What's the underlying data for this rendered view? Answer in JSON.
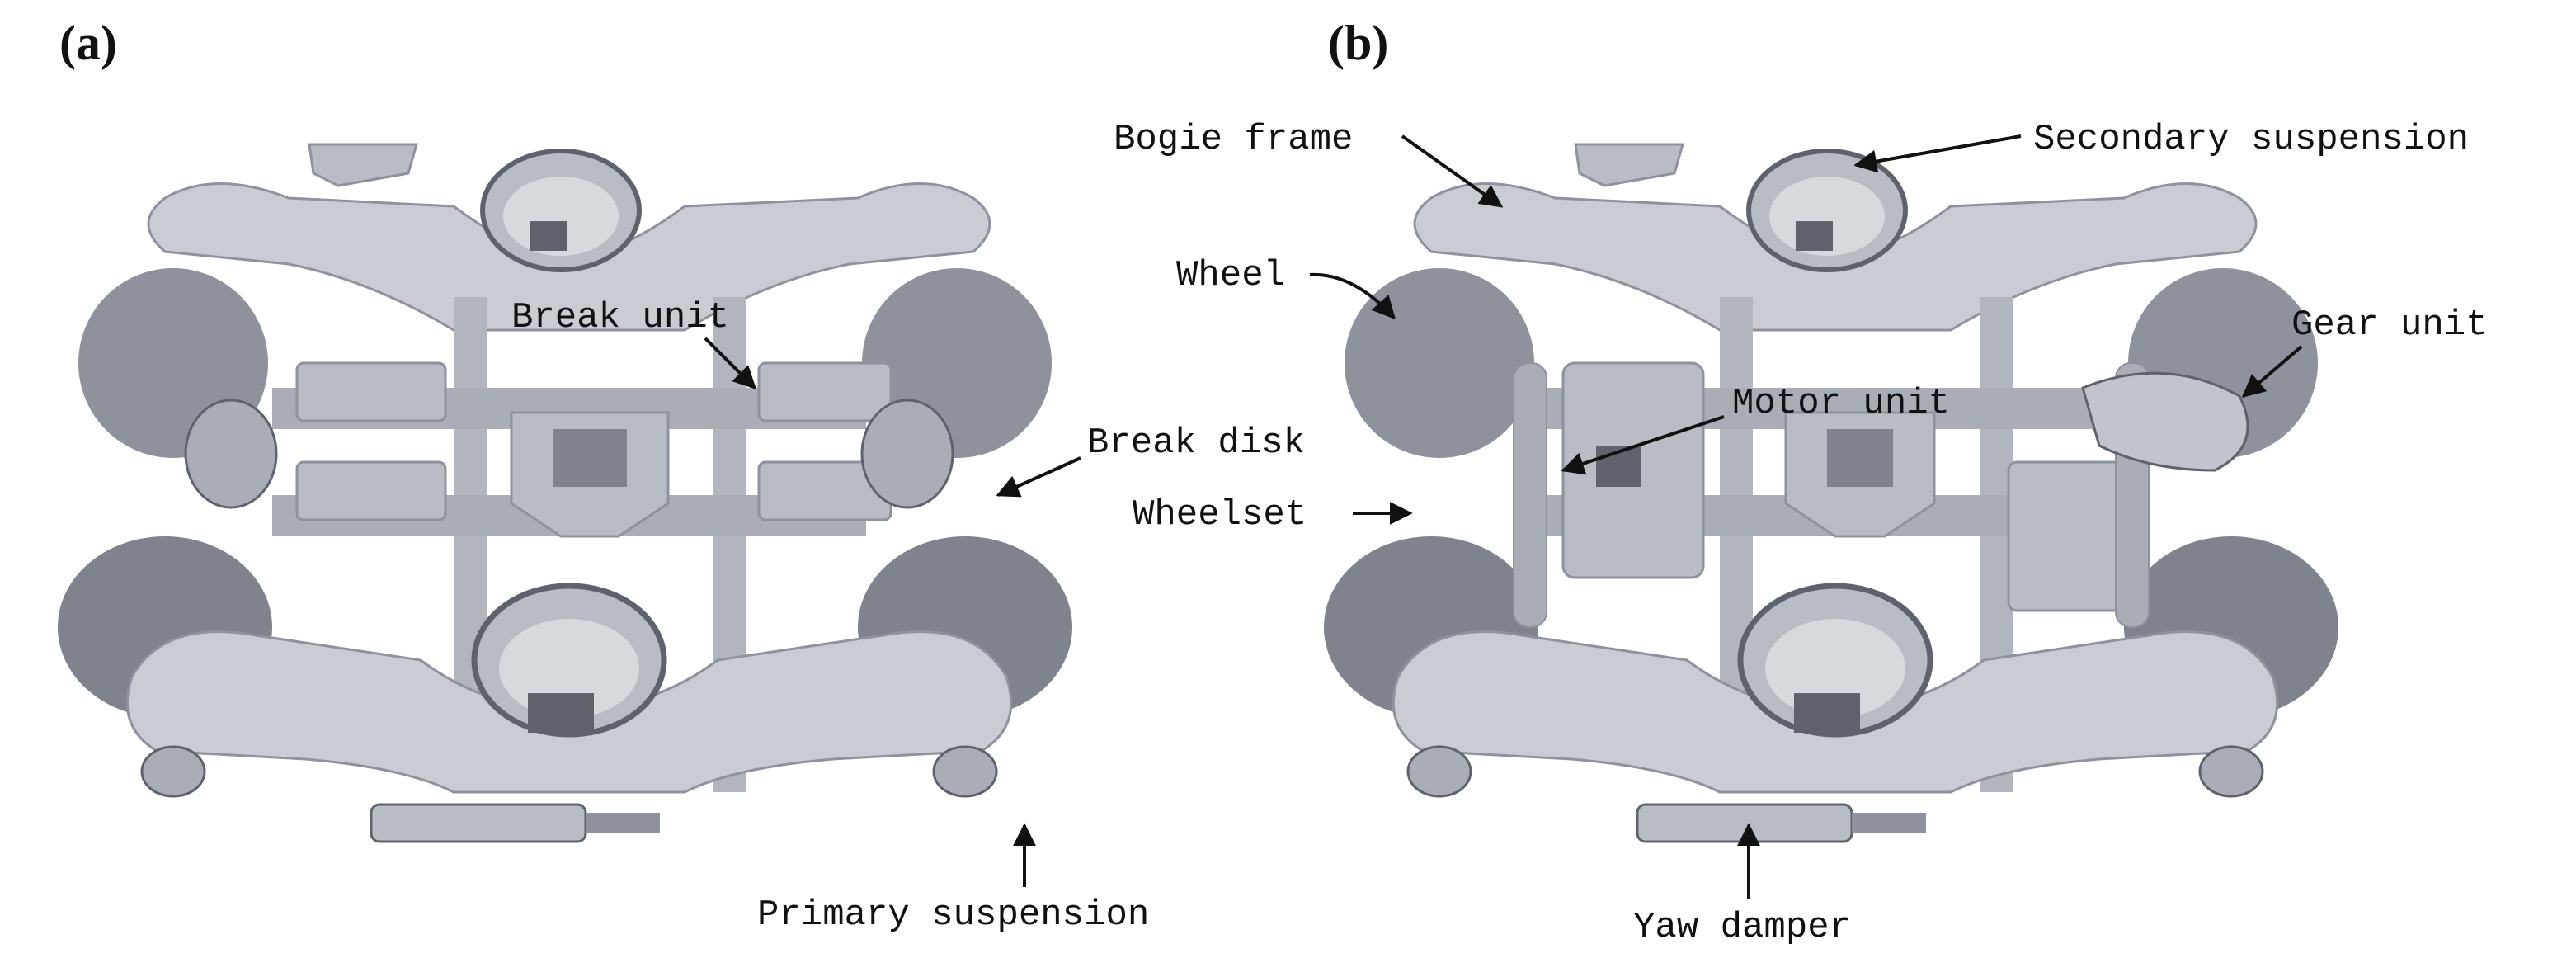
{
  "figure": {
    "panels": [
      {
        "id": "a",
        "label": "(a)",
        "callouts": {
          "break_unit": "Break unit",
          "break_disk": "Break disk",
          "primary_suspension": "Primary suspension"
        }
      },
      {
        "id": "b",
        "label": "(b)",
        "callouts": {
          "bogie_frame": "Bogie frame",
          "secondary_suspension": "Secondary suspension",
          "wheel": "Wheel",
          "gear_unit": "Gear unit",
          "motor_unit": "Motor unit",
          "wheelset": "Wheelset",
          "yaw_damper": "Yaw damper"
        }
      }
    ]
  },
  "colors": {
    "body": "#c9ccd3",
    "shade": "#8d929d",
    "dark": "#5d626c",
    "highlight": "#e6e8ec"
  }
}
